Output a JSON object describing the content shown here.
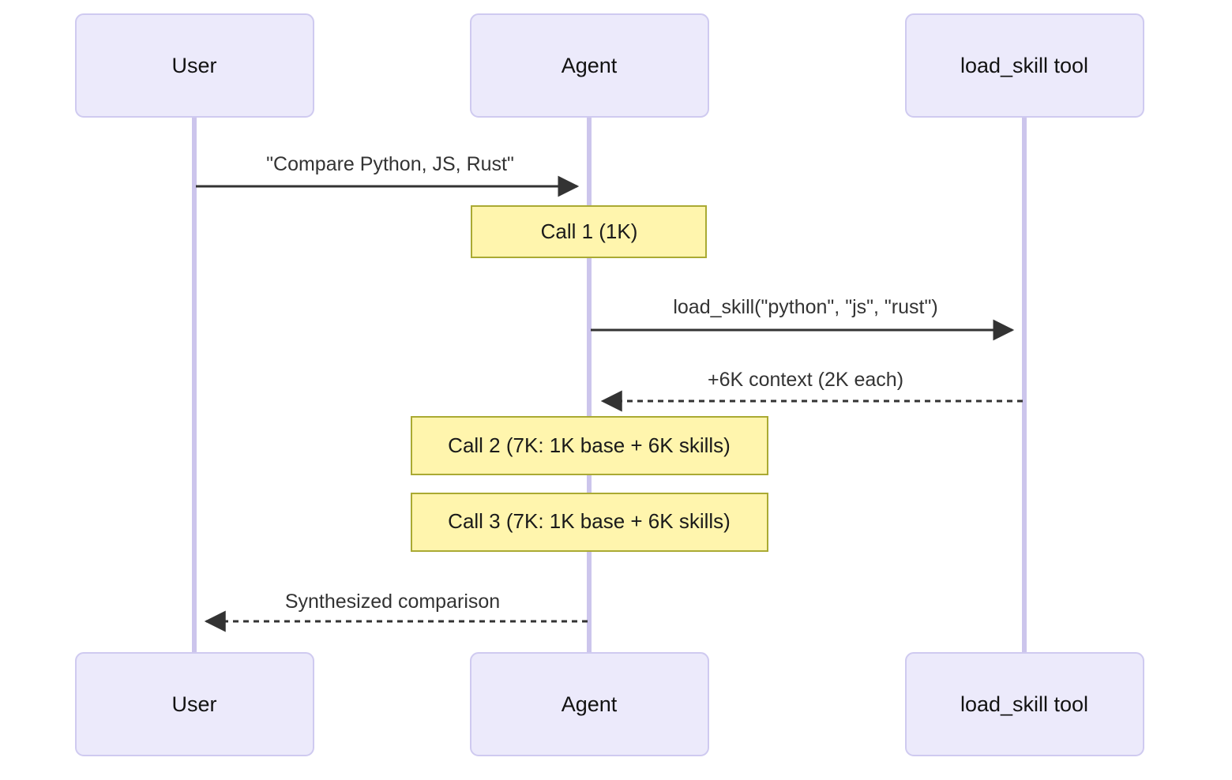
{
  "diagram": {
    "type": "sequence-diagram",
    "title": "",
    "background_color": "#ffffff",
    "colors": {
      "actor_fill": "#ECEAFB",
      "actor_border": "#CFCAF0",
      "lifeline": "#CCC5EC",
      "message_line": "#333333",
      "note_fill": "#FFF5AD",
      "note_border": "#AAAA33",
      "text": "#121212"
    },
    "participants": [
      {
        "id": "user",
        "label": "User"
      },
      {
        "id": "agent",
        "label": "Agent"
      },
      {
        "id": "tool",
        "label": "load_skill tool"
      }
    ],
    "participants_bottom": [
      {
        "id": "user",
        "label": "User"
      },
      {
        "id": "agent",
        "label": "Agent"
      },
      {
        "id": "tool",
        "label": "load_skill tool"
      }
    ],
    "messages": [
      {
        "id": "msg-1",
        "from": "user",
        "to": "agent",
        "label": "\"Compare Python, JS, Rust\"",
        "style": "solid",
        "direction": "right"
      },
      {
        "id": "msg-2",
        "from": "agent",
        "to": "tool",
        "label": "load_skill(\"python\", \"js\", \"rust\")",
        "style": "solid",
        "direction": "right"
      },
      {
        "id": "msg-3",
        "from": "tool",
        "to": "agent",
        "label": "+6K context (2K each)",
        "style": "dashed",
        "direction": "left"
      },
      {
        "id": "msg-4",
        "from": "agent",
        "to": "user",
        "label": "Synthesized comparison",
        "style": "dashed",
        "direction": "left"
      }
    ],
    "notes": [
      {
        "id": "note-1",
        "over": "agent",
        "label": "Call 1 (1K)"
      },
      {
        "id": "note-2",
        "over": "agent",
        "label": "Call 2 (7K: 1K base + 6K skills)"
      },
      {
        "id": "note-3",
        "over": "agent",
        "label": "Call 3 (7K: 1K base + 6K skills)"
      }
    ]
  }
}
